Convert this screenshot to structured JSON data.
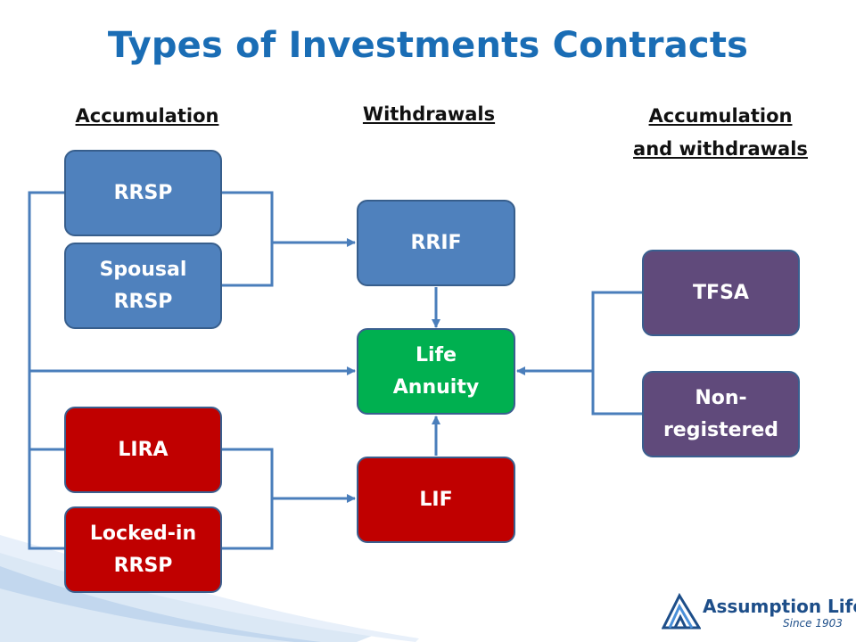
{
  "slide": {
    "title": "Types of Investments Contracts"
  },
  "columns": {
    "accumulation": "Accumulation",
    "withdrawals": "Withdrawals",
    "accumulation_withdrawals": "Accumulation\nand withdrawals"
  },
  "boxes": {
    "rrsp": "RRSP",
    "spousal_rrsp": "Spousal\nRRSP",
    "lira": "LIRA",
    "locked_in_rrsp": "Locked-in\nRRSP",
    "rrif": "RRIF",
    "life_annuity": "Life\nAnnuity",
    "lif": "LIF",
    "tfsa": "TFSA",
    "non_registered": "Non-\nregistered"
  },
  "logo": {
    "name": "Assumption Life",
    "tagline": "Since 1903"
  },
  "colors": {
    "title": "#1a6db5",
    "blue_box": "#4f81bd",
    "red_box": "#c00000",
    "green_box": "#00b050",
    "purple_box": "#604a7b",
    "connector": "#4a7ebb"
  }
}
